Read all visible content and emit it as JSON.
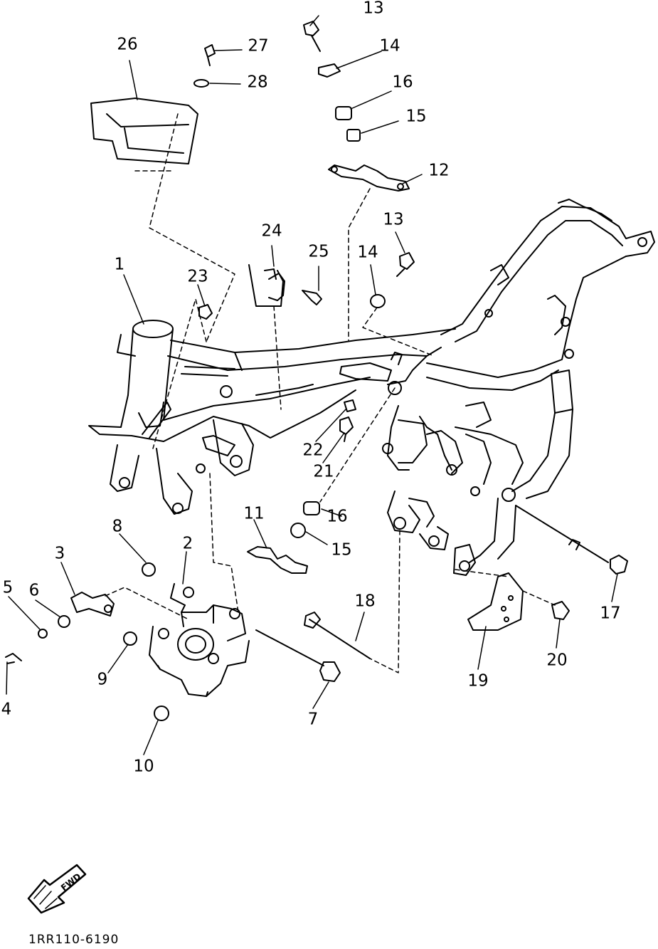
{
  "diagram": {
    "document_code": "1RR110-6190",
    "fwd_label": "FWD",
    "parts": [
      {
        "id": "1",
        "text": "1"
      },
      {
        "id": "2",
        "text": "2"
      },
      {
        "id": "3",
        "text": "3"
      },
      {
        "id": "4",
        "text": "4"
      },
      {
        "id": "5",
        "text": "5"
      },
      {
        "id": "6",
        "text": "6"
      },
      {
        "id": "7",
        "text": "7"
      },
      {
        "id": "8",
        "text": "8"
      },
      {
        "id": "9",
        "text": "9"
      },
      {
        "id": "10",
        "text": "10"
      },
      {
        "id": "11",
        "text": "11"
      },
      {
        "id": "12",
        "text": "12"
      },
      {
        "id": "13a",
        "text": "13"
      },
      {
        "id": "13b",
        "text": "13"
      },
      {
        "id": "14a",
        "text": "14"
      },
      {
        "id": "14b",
        "text": "14"
      },
      {
        "id": "15a",
        "text": "15"
      },
      {
        "id": "15b",
        "text": "15"
      },
      {
        "id": "16a",
        "text": "16"
      },
      {
        "id": "16b",
        "text": "16"
      },
      {
        "id": "17",
        "text": "17"
      },
      {
        "id": "18",
        "text": "18"
      },
      {
        "id": "19",
        "text": "19"
      },
      {
        "id": "20",
        "text": "20"
      },
      {
        "id": "21",
        "text": "21"
      },
      {
        "id": "22",
        "text": "22"
      },
      {
        "id": "23",
        "text": "23"
      },
      {
        "id": "24",
        "text": "24"
      },
      {
        "id": "25",
        "text": "25"
      },
      {
        "id": "26",
        "text": "26"
      },
      {
        "id": "27",
        "text": "27"
      },
      {
        "id": "28",
        "text": "28"
      }
    ]
  }
}
